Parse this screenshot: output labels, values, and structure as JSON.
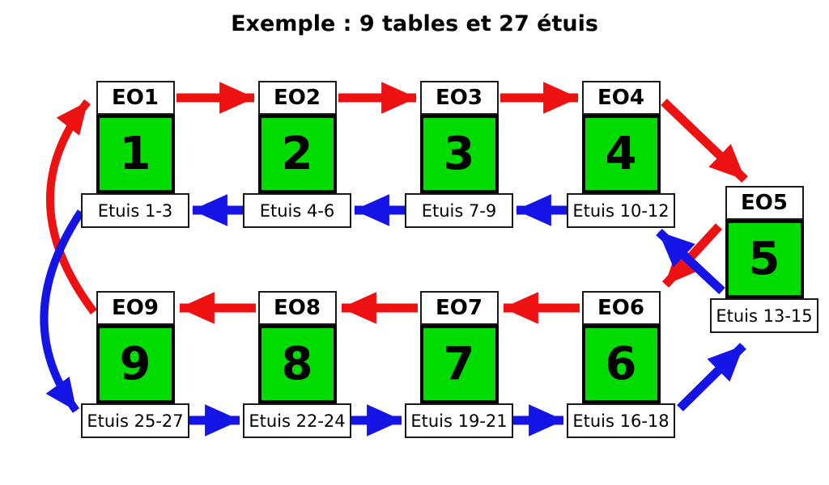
{
  "title": "Exemple : 9 tables et 27 étuis",
  "colors": {
    "table_fill": "#00dc00",
    "table_border": "#000000",
    "eo_flow_red": "#ee1111",
    "etuis_flow_blue": "#1414e6",
    "box_border": "#1a1a1a",
    "background": "#ffffff",
    "text": "#000000"
  },
  "stations": [
    {
      "eo": "EO1",
      "table": "1",
      "etuis": "Etuis 1-3"
    },
    {
      "eo": "EO2",
      "table": "2",
      "etuis": "Etuis 4-6"
    },
    {
      "eo": "EO3",
      "table": "3",
      "etuis": "Etuis 7-9"
    },
    {
      "eo": "EO4",
      "table": "4",
      "etuis": "Etuis 10-12"
    },
    {
      "eo": "EO5",
      "table": "5",
      "etuis": "Etuis 13-15"
    },
    {
      "eo": "EO6",
      "table": "6",
      "etuis": "Etuis 16-18"
    },
    {
      "eo": "EO7",
      "table": "7",
      "etuis": "Etuis 19-21"
    },
    {
      "eo": "EO8",
      "table": "8",
      "etuis": "Etuis 22-24"
    },
    {
      "eo": "EO9",
      "table": "9",
      "etuis": "Etuis 25-27"
    }
  ],
  "routes": {
    "red_eo_route": [
      "EO1",
      "EO2",
      "EO3",
      "EO4",
      "EO5",
      "EO6",
      "EO7",
      "EO8",
      "EO9",
      "EO1"
    ],
    "blue_etuis_route": [
      "Etuis 13-15",
      "Etuis 10-12",
      "Etuis 7-9",
      "Etuis 4-6",
      "Etuis 1-3",
      "Etuis 25-27",
      "Etuis 22-24",
      "Etuis 19-21",
      "Etuis 16-18",
      "Etuis 13-15"
    ]
  }
}
